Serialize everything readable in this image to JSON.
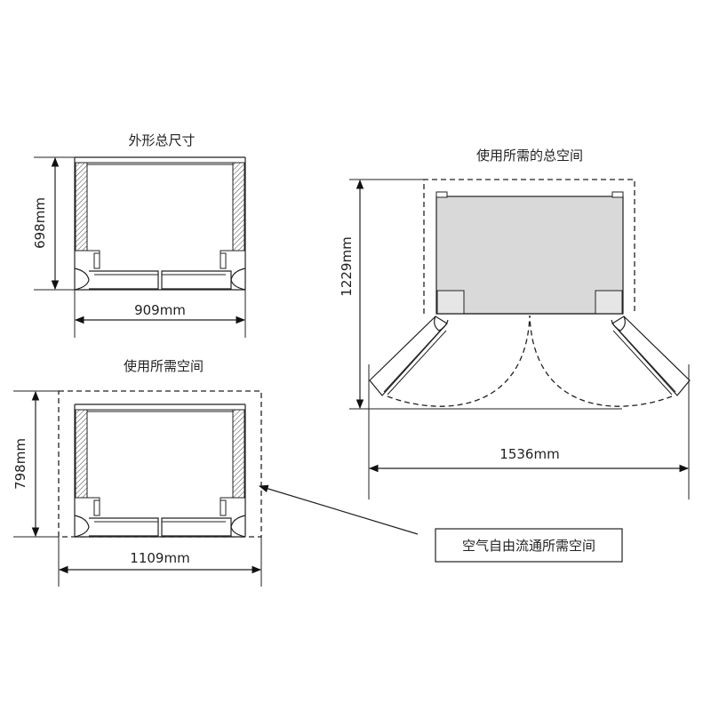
{
  "overall": {
    "title": "外形总尺寸",
    "depth": "698mm",
    "width": "909mm"
  },
  "required": {
    "title": "使用所需空间",
    "depth": "798mm",
    "width": "1109mm"
  },
  "total": {
    "title": "使用所需的总空间",
    "depth": "1229mm",
    "width": "1536mm"
  },
  "callout": {
    "label": "空气自由流通所需空间"
  },
  "colors": {
    "line": "#222222",
    "body_fill": "#d9d9d9"
  }
}
